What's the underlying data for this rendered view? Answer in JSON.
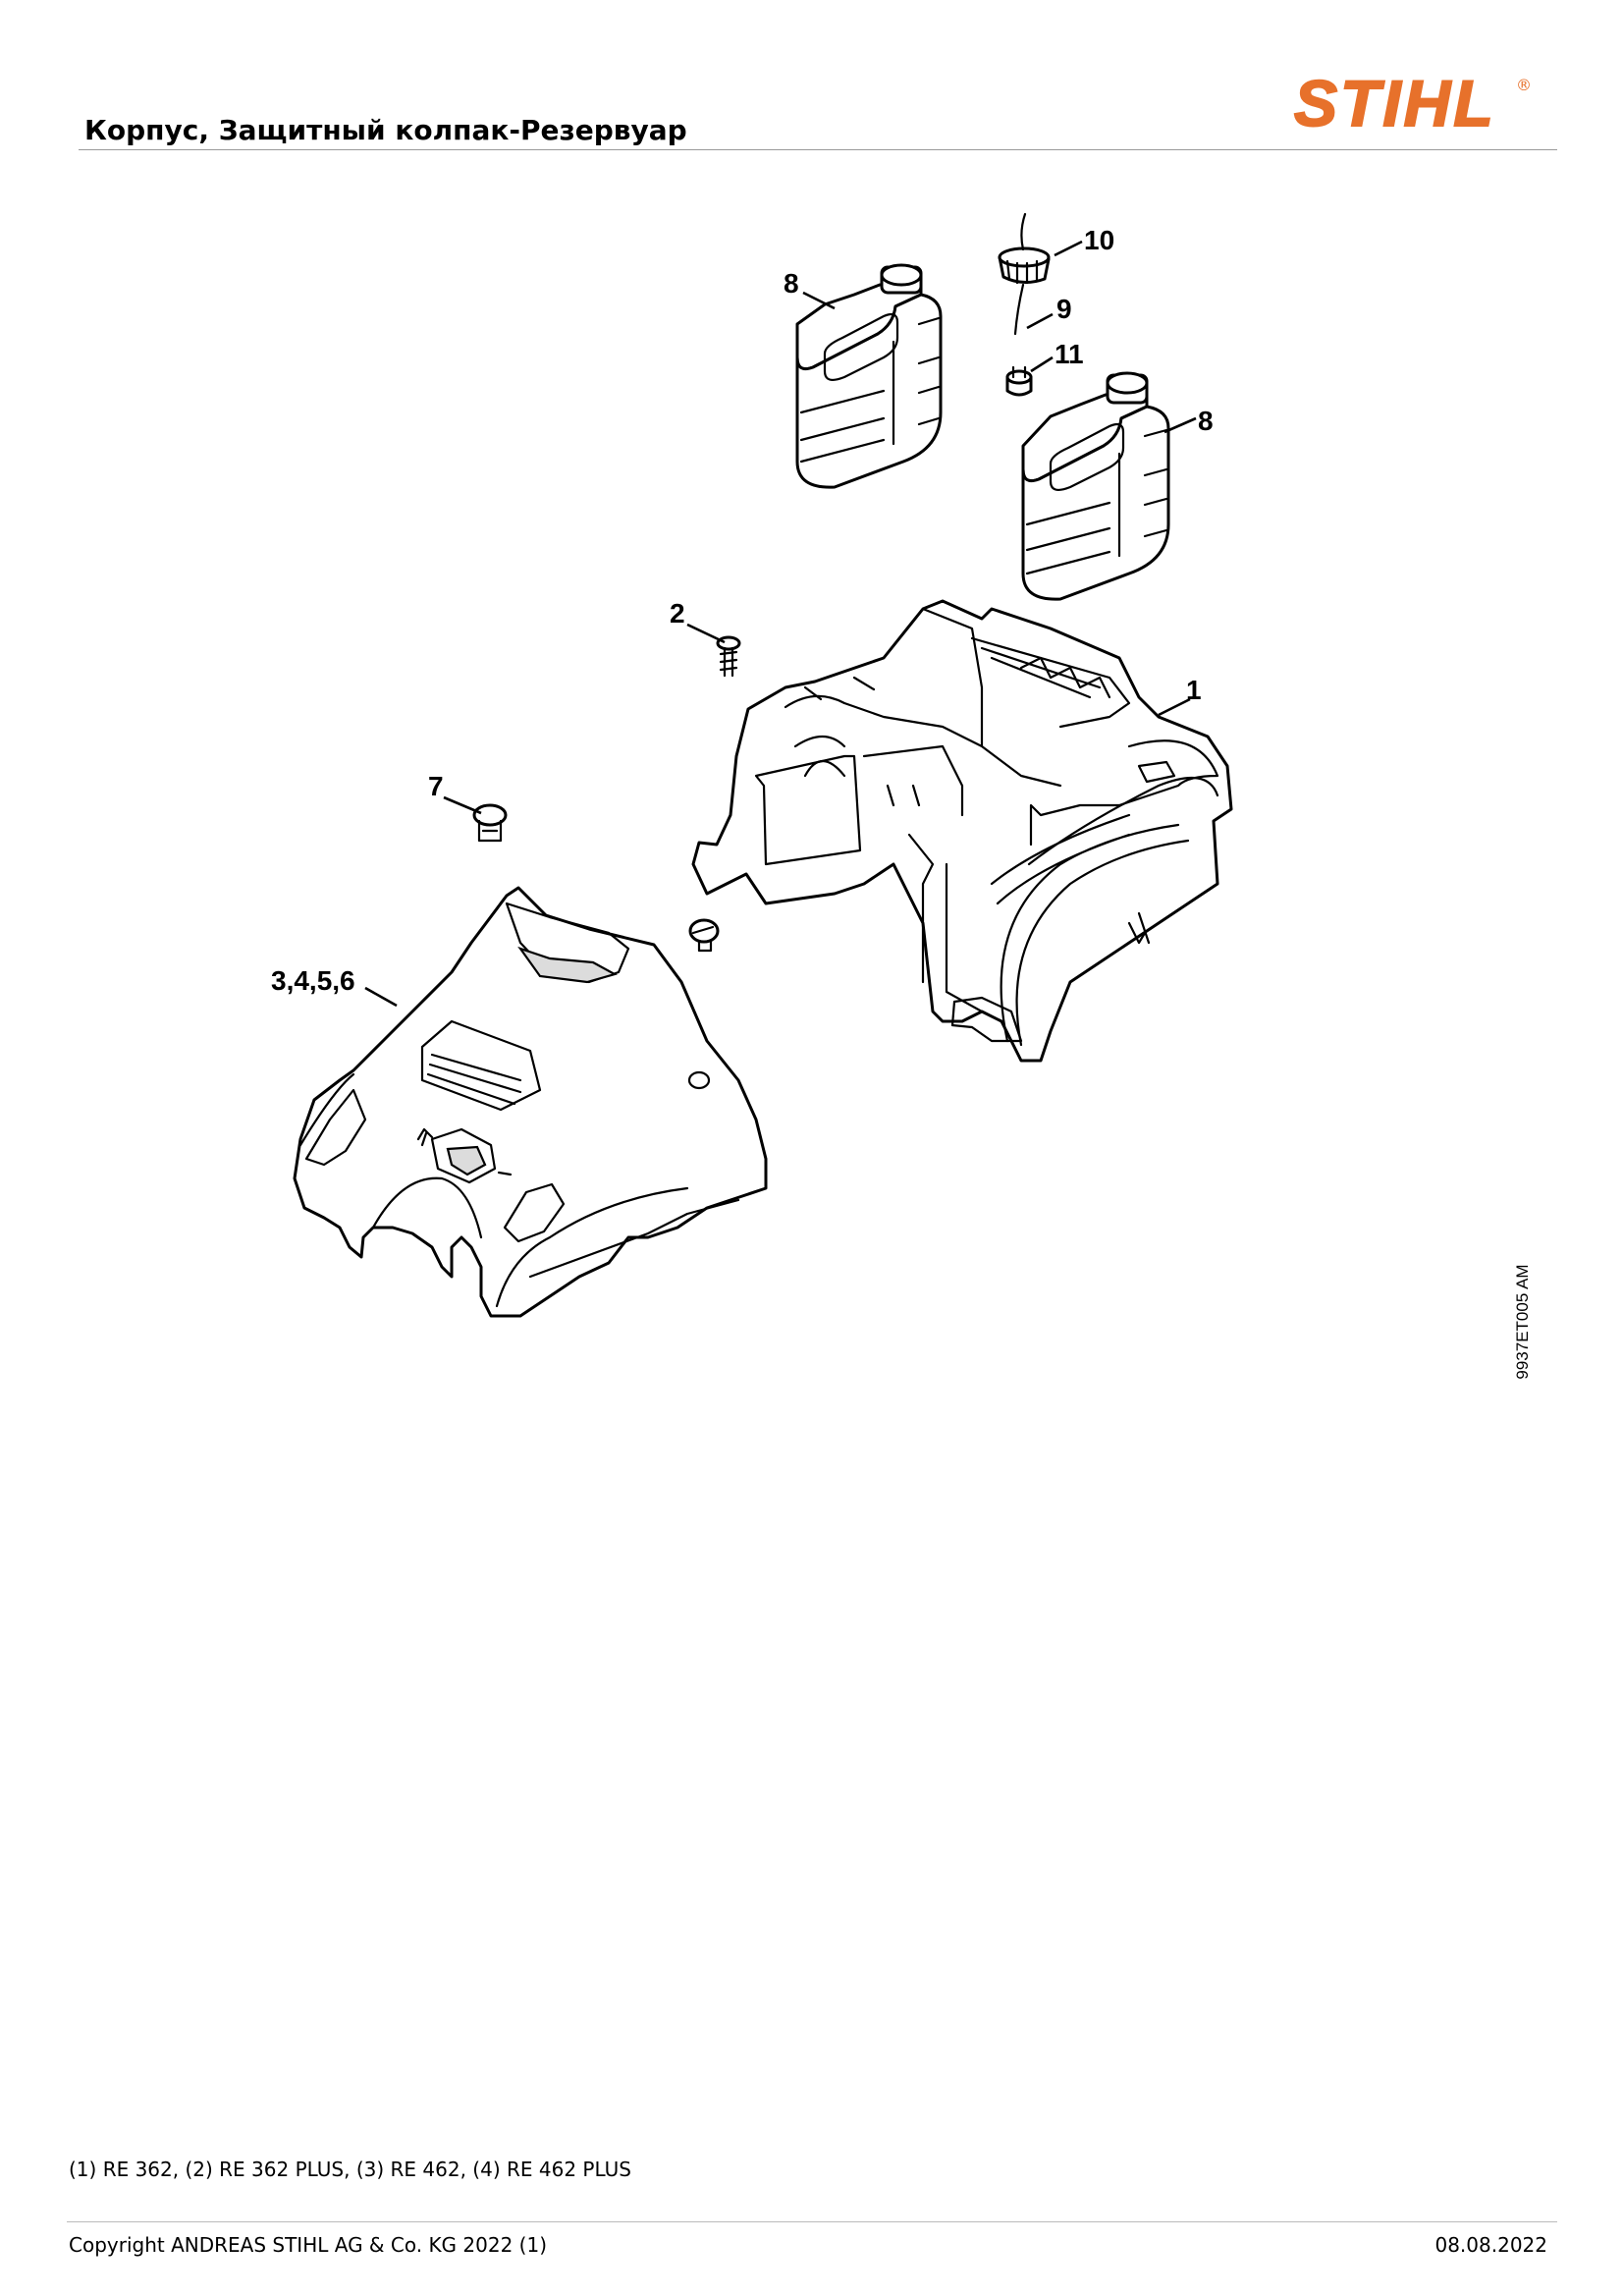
{
  "header": {
    "title": "Корпус, Защитный колпак-Резервуар",
    "brand": "STIHL",
    "brand_color": "#e7712b"
  },
  "diagram": {
    "drawing_code": "9937ET005 AM",
    "callouts": [
      {
        "id": "callout-1",
        "label": "1"
      },
      {
        "id": "callout-2",
        "label": "2"
      },
      {
        "id": "callout-3-6",
        "label": "3,4,5,6"
      },
      {
        "id": "callout-7",
        "label": "7"
      },
      {
        "id": "callout-8-left",
        "label": "8"
      },
      {
        "id": "callout-8-right",
        "label": "8"
      },
      {
        "id": "callout-9",
        "label": "9"
      },
      {
        "id": "callout-10",
        "label": "10"
      },
      {
        "id": "callout-11",
        "label": "11"
      }
    ]
  },
  "notes": {
    "models": "(1) RE 362, (2) RE 362 PLUS, (3) RE 462, (4) RE 462 PLUS"
  },
  "footer": {
    "copyright": "Copyright ANDREAS STIHL AG & Co. KG 2022 (1)",
    "date": "08.08.2022"
  }
}
